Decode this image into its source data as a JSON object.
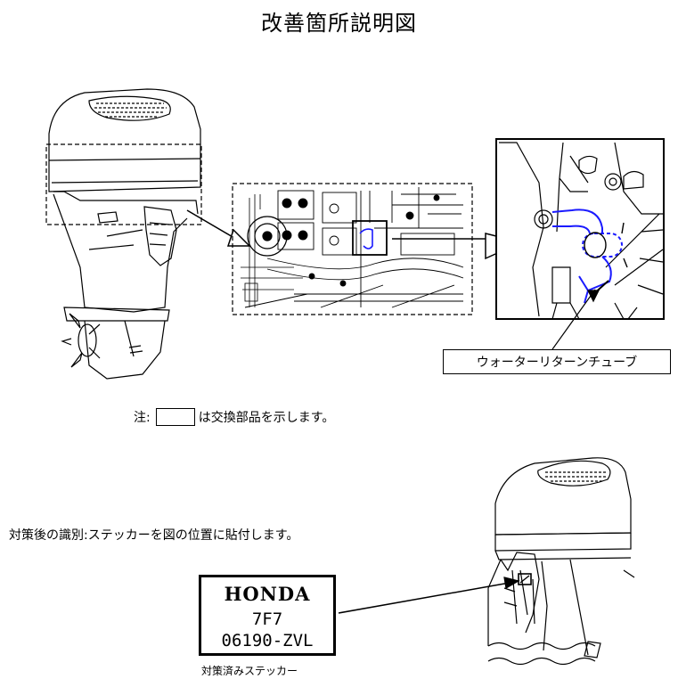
{
  "title": "改善箇所説明図",
  "callout": {
    "label": "ウォーターリターンチューブ"
  },
  "note": {
    "prefix": "注:",
    "suffix": "は交換部品を示します。"
  },
  "identification": {
    "text": "対策後の識別:ステッカーを図の位置に貼付します。"
  },
  "sticker": {
    "brand": "HONDA",
    "code": "7F7",
    "part_number": "06190-ZVL",
    "caption": "対策済みステッカー"
  },
  "colors": {
    "line": "#000000",
    "highlight": "#1a1aff"
  }
}
